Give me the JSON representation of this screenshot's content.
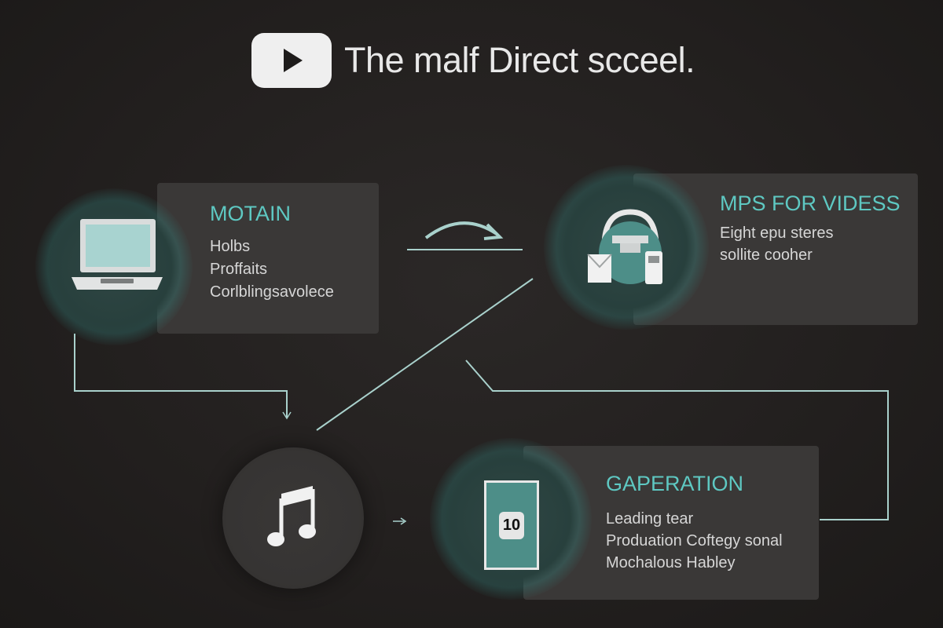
{
  "header": {
    "logo_icon": "play-logo-icon",
    "title": "The malf Direct scceel."
  },
  "colors": {
    "accent": "#5ec8c2",
    "background": "#221f1e",
    "card": "#3a3837",
    "connector": "#a9d1cc"
  },
  "nodes": [
    {
      "id": "motain",
      "icon": "laptop-icon",
      "title": "MOTAIN",
      "lines": [
        "Holbs",
        "Proffaits",
        "Corlblingsavolece"
      ]
    },
    {
      "id": "mps",
      "icon": "headphones-media-icon",
      "title": "MPS FOR VIDESS",
      "lines": [
        "Eight epu steres",
        "sollite cooher"
      ]
    },
    {
      "id": "music",
      "icon": "music-note-icon",
      "title": "",
      "lines": []
    },
    {
      "id": "gaperation",
      "icon": "badge-card-icon",
      "title": "GAPERATION",
      "lines": [
        "Leading tear",
        "Produation Coftegy sonal",
        "Mochalous Habley"
      ]
    }
  ],
  "badge_text": "10"
}
